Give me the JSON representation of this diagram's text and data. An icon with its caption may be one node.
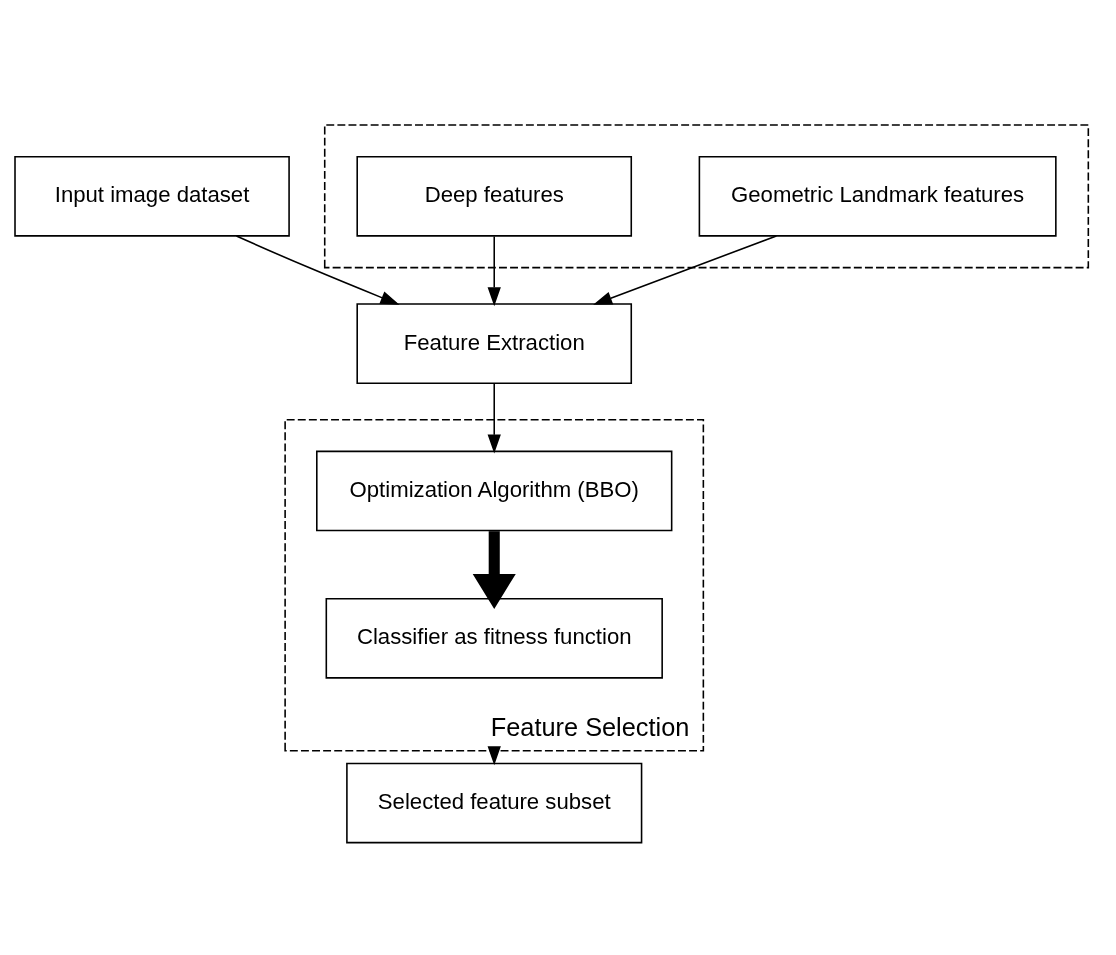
{
  "diagram": {
    "nodes": [
      {
        "text": [
          "Input image dataset"
        ]
      },
      {
        "text": [
          "Feature Extraction"
        ]
      },
      {
        "text": [],
        "shape": "box"
      },
      {
        "text": [
          "Geometric Landmark features"
        ],
        "in": 2
      },
      {
        "text": [
          "Deep features"
        ],
        "in": 2
      },
      {
        "text": [
          "Feature Selection"
        ]
      },
      {
        "text": [
          "Optimization Algorithm (BBO)"
        ],
        "in": 5
      },
      {
        "text": [
          "Classifier as fitness function"
        ],
        "in": 5
      },
      {
        "text": [
          "Selected feature subset"
        ]
      }
    ],
    "edges": [
      {
        "from": 0,
        "to": 1,
        "arrow": "to"
      },
      {
        "from": 3,
        "to": 1,
        "arrow": "to"
      },
      {
        "from": 4,
        "to": 1,
        "arrow": "to"
      },
      {
        "from": 1,
        "to": 6,
        "arrow": "to"
      },
      {
        "from": 6,
        "to": 7,
        "arrow": "to",
        "style": "thick"
      },
      {
        "from": 5,
        "to": 8,
        "arrow": "to"
      }
    ]
  }
}
